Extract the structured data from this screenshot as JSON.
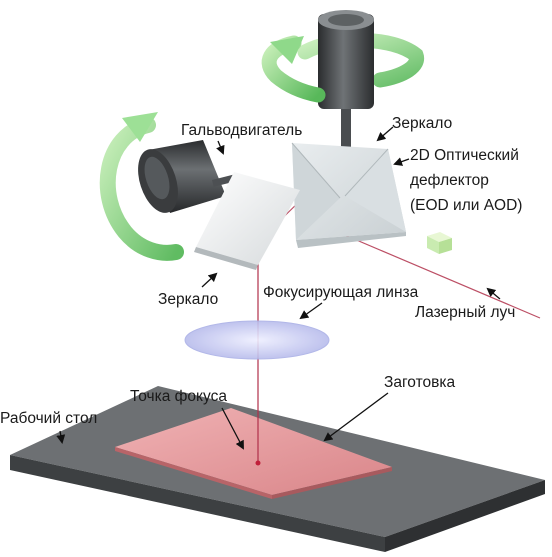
{
  "labels": {
    "galvo_motor": "Гальводвигатель",
    "mirror_top": "Зеркало",
    "deflector_line1": "2D Оптический",
    "deflector_line2": "дефлектор",
    "deflector_line3": "(EOD или AOD)",
    "mirror_bottom": "Зеркало",
    "focusing_lens": "Фокусирующая линза",
    "laser_beam": "Лазерный луч",
    "focus_point": "Точка фокуса",
    "workpiece": "Заготовка",
    "work_table": "Рабочий стол"
  },
  "colors": {
    "rotation_arrow": "#7fd07a",
    "motor_body": "#3c3f41",
    "mirror": "#eef1f2",
    "deflector_box": "#dfe4e6",
    "lens": "#c9ccf2",
    "laser": "#b0304a",
    "workpiece": "#e9a0a3",
    "table_top": "#6a6d70",
    "table_side": "#404345"
  }
}
